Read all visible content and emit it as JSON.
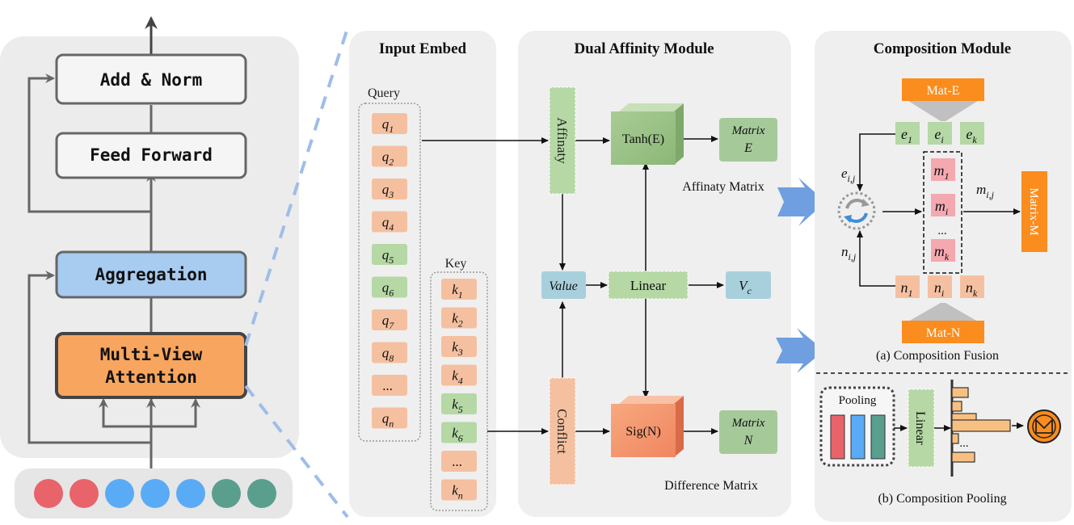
{
  "encoder": {
    "add_norm": "Add & Norm",
    "feed_forward": "Feed Forward",
    "aggregation": "Aggregation",
    "mva_line1": "Multi-View",
    "mva_line2": "Attention"
  },
  "input_embed": {
    "title": "Input Embed",
    "query_label": "Query",
    "key_label": "Key",
    "queries": [
      {
        "base": "q",
        "sub": "1",
        "color": "orange"
      },
      {
        "base": "q",
        "sub": "2",
        "color": "orange"
      },
      {
        "base": "q",
        "sub": "3",
        "color": "orange"
      },
      {
        "base": "q",
        "sub": "4",
        "color": "orange"
      },
      {
        "base": "q",
        "sub": "5",
        "color": "green"
      },
      {
        "base": "q",
        "sub": "6",
        "color": "green"
      },
      {
        "base": "q",
        "sub": "7",
        "color": "orange"
      },
      {
        "base": "q",
        "sub": "8",
        "color": "orange"
      },
      {
        "base": "...",
        "sub": "",
        "color": "orange"
      },
      {
        "base": "q",
        "sub": "n",
        "color": "orange"
      }
    ],
    "keys": [
      {
        "base": "k",
        "sub": "1",
        "color": "orange"
      },
      {
        "base": "k",
        "sub": "2",
        "color": "orange"
      },
      {
        "base": "k",
        "sub": "3",
        "color": "orange"
      },
      {
        "base": "k",
        "sub": "4",
        "color": "orange"
      },
      {
        "base": "k",
        "sub": "5",
        "color": "green"
      },
      {
        "base": "k",
        "sub": "6",
        "color": "green"
      },
      {
        "base": "...",
        "sub": "",
        "color": "orange"
      },
      {
        "base": "k",
        "sub": "n",
        "color": "orange"
      }
    ]
  },
  "dual_affinity": {
    "title": "Dual Affinity Module",
    "affinaty": "Affinaty",
    "conflict": "Conflict",
    "tanh": "Tanh(E)",
    "sig": "Sig(N)",
    "matrix_e_1": "Matrix",
    "matrix_e_2": "E",
    "matrix_n_1": "Matrix",
    "matrix_n_2": "N",
    "value": "Value",
    "linear": "Linear",
    "vc_base": "V",
    "vc_sub": "c",
    "affinaty_matrix": "Affinaty Matrix",
    "difference_matrix": "Difference Matrix"
  },
  "composition": {
    "title": "Composition Module",
    "mat_e": "Mat-E",
    "mat_n": "Mat-N",
    "matrix_m": "Matrix-M",
    "e_row": [
      {
        "base": "e",
        "sub": "1"
      },
      {
        "base": "e",
        "sub": "i"
      },
      {
        "base": "e",
        "sub": "k"
      }
    ],
    "n_row": [
      {
        "base": "n",
        "sub": "1"
      },
      {
        "base": "n",
        "sub": "i"
      },
      {
        "base": "n",
        "sub": "k"
      }
    ],
    "m_col": [
      {
        "base": "m",
        "sub": "1"
      },
      {
        "base": "m",
        "sub": "i"
      },
      {
        "base": "...",
        "sub": ""
      },
      {
        "base": "m",
        "sub": "k"
      }
    ],
    "e_ij": {
      "base": "e",
      "sub": "i,j"
    },
    "n_ij": {
      "base": "n",
      "sub": "i,j"
    },
    "m_ij": {
      "base": "m",
      "sub": "i,j"
    },
    "caption_a": "(a) Composition Fusion",
    "pooling": "Pooling",
    "linear": "Linear",
    "dots": "...",
    "caption_b": "(b) Composition Pooling"
  },
  "tokens": [
    "#e8636a",
    "#e8636a",
    "#5aabf5",
    "#5aabf5",
    "#5aabf5",
    "#5a9e8e",
    "#5a9e8e"
  ],
  "colors": {
    "orange_fill": "#f5c0a0",
    "green_fill": "#b5d8a5",
    "blue_fill": "#a8cbf0",
    "strong_orange": "#fb8c1e",
    "mva_fill": "#f8a65f",
    "teal_fill": "#a8d0dc",
    "pink_fill": "#f4a8b0"
  }
}
